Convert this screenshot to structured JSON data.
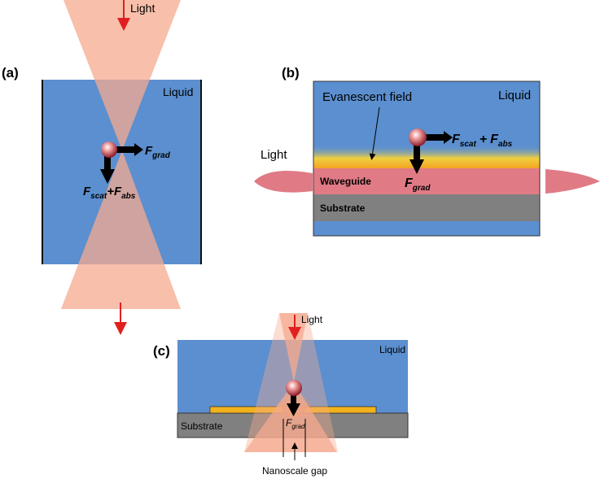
{
  "panel_a": {
    "tag": "(a)",
    "light_label": "Light",
    "liquid_label": "Liquid",
    "force_grad": {
      "main": "F",
      "sub": "grad"
    },
    "force_scat_abs": {
      "f1": "F",
      "s1": "scat",
      "plus": "+",
      "f2": "F",
      "s2": "abs"
    }
  },
  "panel_b": {
    "tag": "(b)",
    "liquid_label": "Liquid",
    "evanescent_label": "Evanescent field",
    "light_label": "Light",
    "waveguide_label": "Waveguide",
    "substrate_label": "Substrate",
    "force_scat_abs": {
      "f1": "F",
      "s1": "scat",
      "plus": "+",
      "f2": "F",
      "s2": "abs"
    },
    "force_grad": {
      "main": "F",
      "sub": "grad"
    }
  },
  "panel_c": {
    "tag": "(c)",
    "light_label": "Light",
    "liquid_label": "Liquid",
    "substrate_label": "Substrate",
    "force_grad": {
      "main": "F",
      "sub": "grad"
    },
    "gap_label": "Nanoscale gap"
  },
  "colors": {
    "liquid": "#5b8fcf",
    "beam": "#f6a98f",
    "waveguide": "#e07b86",
    "substrate": "#808080",
    "gold": "#f2b21c",
    "arrow_red": "#e02020",
    "particle": "#c0404a"
  }
}
